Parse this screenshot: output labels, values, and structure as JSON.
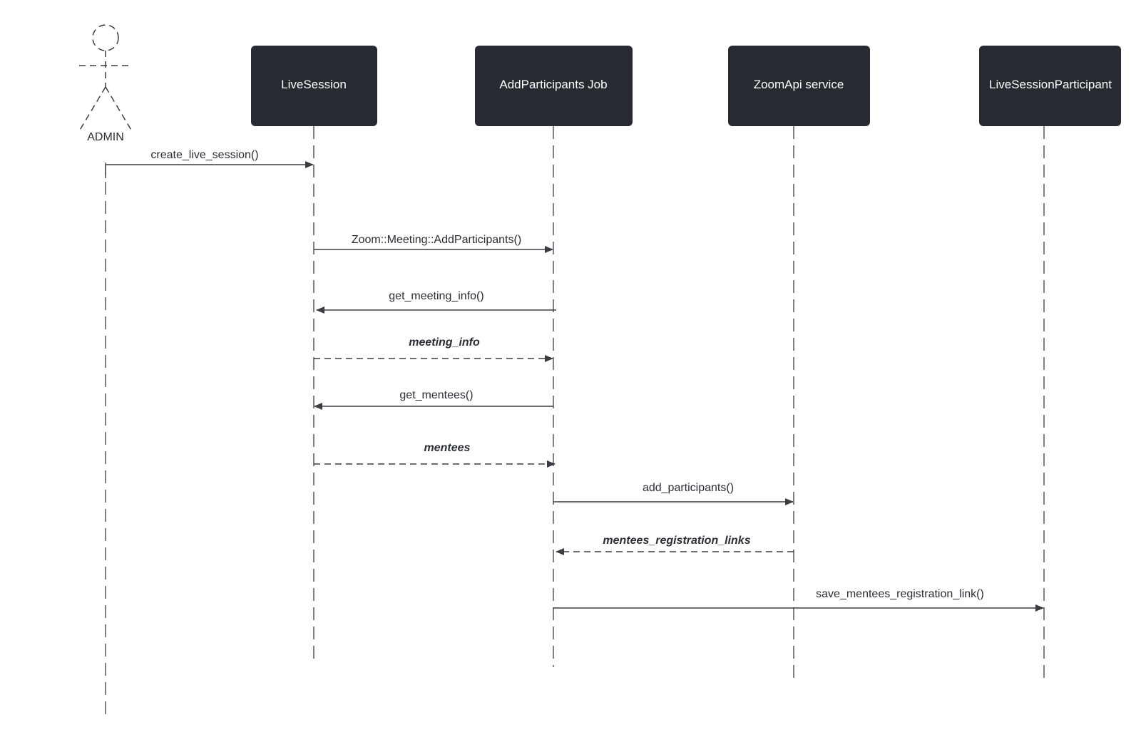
{
  "colors": {
    "box_fill": "#272a31",
    "box_text": "#ffffff",
    "line": "#3a3d44",
    "text": "#2b2e36",
    "background": "#ffffff"
  },
  "actor": {
    "label": "ADMIN",
    "icon": "stick-figure-icon"
  },
  "participants": [
    {
      "id": "live-session",
      "label": "LiveSession"
    },
    {
      "id": "add-participants-job",
      "label": "AddParticipants Job"
    },
    {
      "id": "zoom-api-service",
      "label": "ZoomApi service"
    },
    {
      "id": "live-session-participant",
      "label": "LiveSessionParticipant"
    }
  ],
  "messages": [
    {
      "id": "create-live-session",
      "label": "create_live_session()",
      "from": "admin",
      "to": "live-session",
      "kind": "call"
    },
    {
      "id": "zoom-meeting-add-participants",
      "label": "Zoom::Meeting::AddParticipants()",
      "from": "live-session",
      "to": "add-participants-job",
      "kind": "call"
    },
    {
      "id": "get-meeting-info",
      "label": "get_meeting_info()",
      "from": "add-participants-job",
      "to": "live-session",
      "kind": "call"
    },
    {
      "id": "meeting-info",
      "label": "meeting_info",
      "from": "live-session",
      "to": "add-participants-job",
      "kind": "return"
    },
    {
      "id": "get-mentees",
      "label": "get_mentees()",
      "from": "add-participants-job",
      "to": "live-session",
      "kind": "call"
    },
    {
      "id": "mentees",
      "label": "mentees",
      "from": "live-session",
      "to": "add-participants-job",
      "kind": "return"
    },
    {
      "id": "add-participants",
      "label": "add_participants()",
      "from": "add-participants-job",
      "to": "zoom-api-service",
      "kind": "call"
    },
    {
      "id": "mentees-registration-links",
      "label": "mentees_registration_links",
      "from": "zoom-api-service",
      "to": "add-participants-job",
      "kind": "return"
    },
    {
      "id": "save-mentees-registration-link",
      "label": "save_mentees_registration_link()",
      "from": "add-participants-job",
      "to": "live-session-participant",
      "kind": "call"
    }
  ]
}
